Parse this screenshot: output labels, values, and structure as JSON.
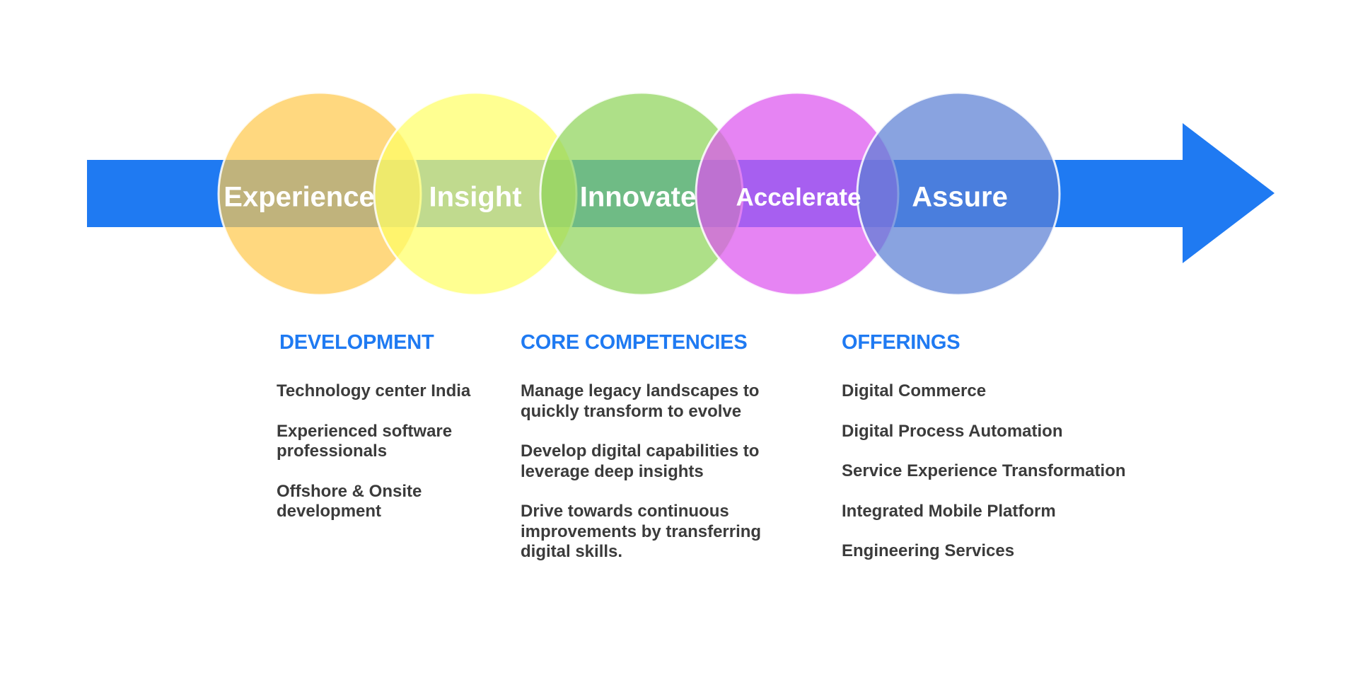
{
  "colors": {
    "arrow": "#1f7af2",
    "heading": "#1f7af2",
    "body_text": "#3b3b3b",
    "label_text": "#ffffff"
  },
  "stages": [
    {
      "label": "Experience",
      "color": "#ffc94d"
    },
    {
      "label": "Insight",
      "color": "#ffff66"
    },
    {
      "label": "Innovate",
      "color": "#8fd45a"
    },
    {
      "label": "Accelerate",
      "color": "#dd55ee"
    },
    {
      "label": "Assure",
      "color": "#5b7fd4"
    }
  ],
  "columns": {
    "development": {
      "heading": "DEVELOPMENT",
      "items": [
        "Technology center India",
        "Experienced software professionals",
        "Offshore & Onsite development"
      ]
    },
    "core": {
      "heading": "CORE COMPETENCIES",
      "items": [
        "Manage legacy landscapes to quickly transform to evolve",
        "Develop digital capabilities to leverage deep insights",
        "Drive towards continuous improvements by transferring digital skills."
      ]
    },
    "offerings": {
      "heading": "OFFERINGS",
      "items": [
        "Digital Commerce",
        "Digital Process Automation",
        "Service Experience Transformation",
        "Integrated Mobile Platform",
        "Engineering Services"
      ]
    }
  }
}
